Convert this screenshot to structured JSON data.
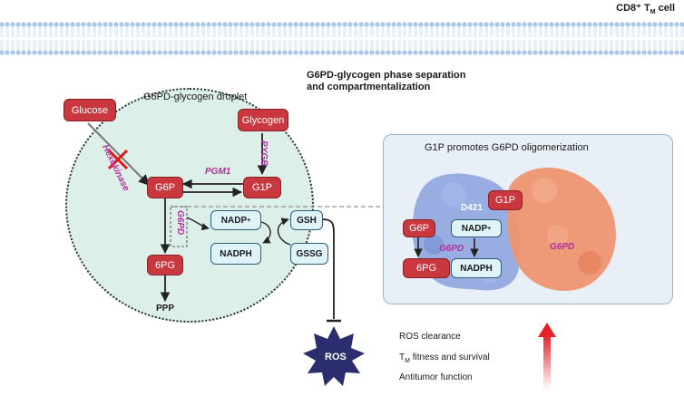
{
  "cell_label": "CD8⁺ T",
  "cell_label_sub": "M",
  "cell_label_tail": " cell",
  "title_line1": "G6PD-glycogen phase separation",
  "title_line2": "and compartmentalization",
  "droplet_label": "G6PD-glycogen droplet",
  "nodes": {
    "glucose": "Glucose",
    "glycogen": "Glycogen",
    "g6p": "G6P",
    "g1p": "G1P",
    "sixpg": "6PG",
    "ppp": "PPP",
    "nadp": "NADP",
    "nadph": "NADPH",
    "gsh": "GSH",
    "gssg": "GSSG",
    "ros": "ROS"
  },
  "enzymes": {
    "hexokinase": "Hexokinase",
    "pgm1": "PGM1",
    "pygb": "PYGB",
    "g6pd": "G6PD"
  },
  "panel": {
    "title": "G1P promotes G6PD oligomerization",
    "g1p": "G1P",
    "d421": "D421",
    "g6p": "G6P",
    "nadp": "NADP",
    "g6pd_left": "G6PD",
    "g6pd_right": "G6PD",
    "sixpg": "6PG",
    "nadph": "NADPH"
  },
  "outcomes": {
    "ros_clearance": "ROS clearance",
    "tm_prefix": "T",
    "tm_sub": "M",
    "tm_rest": " fitness and survival",
    "antitumor": "Antitumor function"
  },
  "colors": {
    "metabolite_red": "#c9383f",
    "cofactor_blue": "#dff3f9",
    "enzyme_magenta": "#b4309d",
    "droplet_green": "#dcefe9",
    "ros_navy": "#2b2d6e",
    "protein_blue": "#8fa6e0",
    "protein_orange": "#ee9470",
    "up_arrow_red": "#e8202a"
  }
}
